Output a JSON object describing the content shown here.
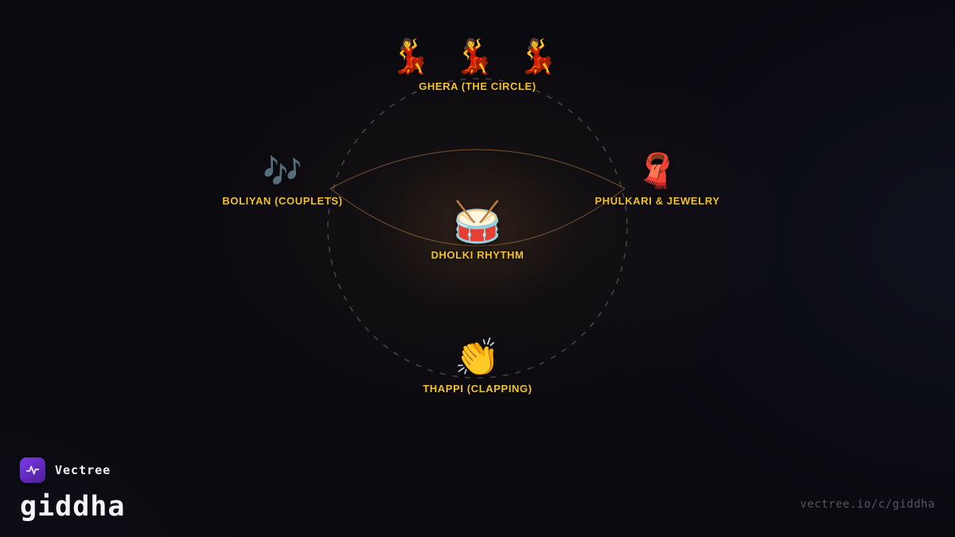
{
  "diagram": {
    "center": {
      "emoji": "🥁",
      "label": "DHOLKI RHYTHM"
    },
    "top": {
      "emoji": "💃 💃 💃",
      "label": "GHERA (THE CIRCLE)"
    },
    "left": {
      "emoji": "🎶",
      "label": "BOLIYAN (COUPLETS)"
    },
    "right": {
      "emoji": "🧣",
      "label": "PHULKARI & JEWELRY"
    },
    "bottom": {
      "emoji": "👏",
      "label": "THAPPI (CLAPPING)"
    }
  },
  "footer": {
    "brand": "Vectree",
    "title": "giddha",
    "url": "vectree.io/c/giddha"
  },
  "colors": {
    "label_gold": "#f1c12e",
    "curve_amber": "#c98a4b",
    "circle_dash": "#6a6a72",
    "logo_purple": "#6d28d9"
  }
}
